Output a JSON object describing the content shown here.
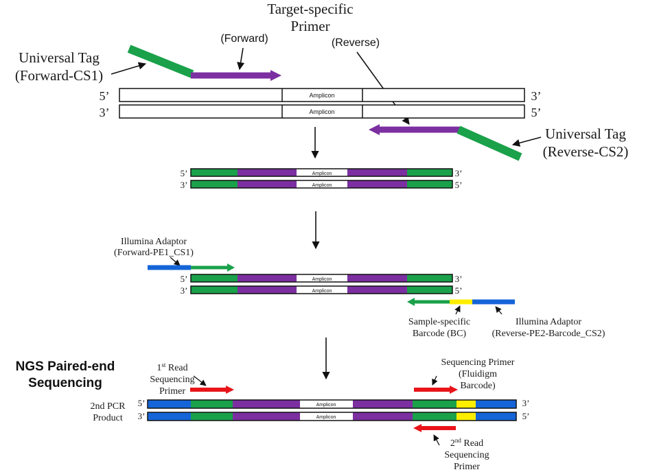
{
  "colors": {
    "universal_tag": "#1aa14a",
    "target_primer": "#7b2fa0",
    "illumina_adaptor": "#1565d8",
    "barcode": "#ffee00",
    "sequencing_primer": "#e8141a",
    "strand_outline": "#111111",
    "amplicon": "#ffffff"
  },
  "header": {
    "title_line1": "Target-specific",
    "title_line2": "Primer"
  },
  "step1": {
    "forward_label": "(Forward)",
    "reverse_label": "(Reverse)",
    "tag_forward_line1": "Universal Tag",
    "tag_forward_line2": "(Forward-CS1)",
    "tag_reverse_line1": "Universal Tag",
    "tag_reverse_line2": "(Reverse-CS2)",
    "top_strand": {
      "left_end": "5’",
      "right_end": "3’",
      "amplicon": "Amplicon"
    },
    "bottom_strand": {
      "left_end": "3’",
      "right_end": "5’",
      "amplicon": "Amplicon"
    }
  },
  "step2": {
    "top_strand": {
      "left_end": "5’",
      "right_end": "3’",
      "amplicon": "Amplicon"
    },
    "bottom_strand": {
      "left_end": "3’",
      "right_end": "5’",
      "amplicon": "Amplicon"
    }
  },
  "step3": {
    "adaptor_forward_line1": "Illumina Adaptor",
    "adaptor_forward_line2": "(Forward-PE1_CS1)",
    "barcode_line1": "Sample-specific",
    "barcode_line2": "Barcode (BC)",
    "adaptor_reverse_line1": "Illumina Adaptor",
    "adaptor_reverse_line2": "(Reverse-PE2-Barcode_CS2)",
    "top_strand": {
      "left_end": "5’",
      "right_end": "3’",
      "amplicon": "Amplicon"
    },
    "bottom_strand": {
      "left_end": "3’",
      "right_end": "5’",
      "amplicon": "Amplicon"
    }
  },
  "step4": {
    "ngs_line1": "NGS Paired-end",
    "ngs_line2": "Sequencing",
    "product_line1": "2nd PCR",
    "product_line2": "Product",
    "read1_line1_prefix": "1",
    "read1_line1_sup": "st",
    "read1_line1_suffix": " Read",
    "read1_line2": "Sequencing",
    "read1_line3": "Primer",
    "seqprimer_line1": "Sequencing Primer",
    "seqprimer_line2": "(Fluidigm",
    "seqprimer_line3": "Barcode)",
    "read2_line1_prefix": "2",
    "read2_line1_sup": "nd",
    "read2_line1_suffix": " Read",
    "read2_line2": "Sequencing",
    "read2_line3": "Primer",
    "top_strand": {
      "left_end": "5’",
      "right_end": "3’",
      "amplicon": "Amplicon"
    },
    "bottom_strand": {
      "left_end": "3’",
      "right_end": "5’",
      "amplicon": "Amplicon"
    }
  }
}
